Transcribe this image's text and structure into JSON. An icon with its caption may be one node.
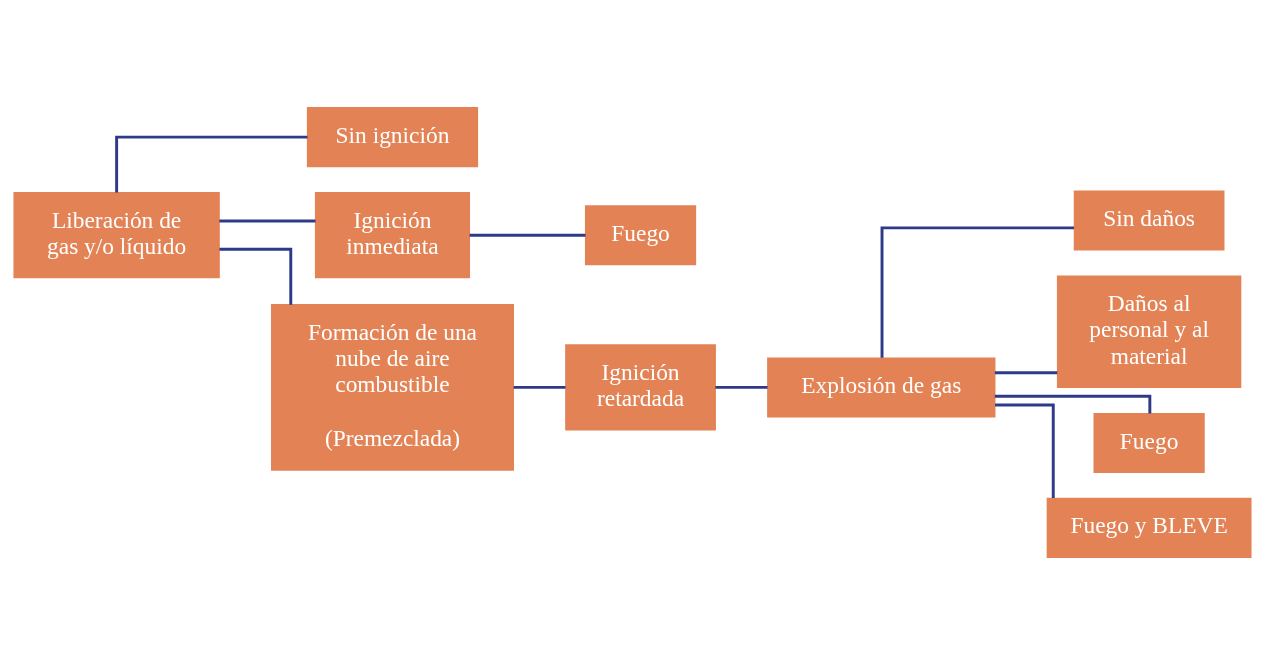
{
  "diagram": {
    "nodes": [
      {
        "text": [
          "Liberación de gas y/o líquido"
        ]
      },
      {
        "text": [
          "Sin ignición"
        ]
      },
      {
        "text": [
          "Ignición inmediata"
        ]
      },
      {
        "text": [
          "Fuego"
        ]
      },
      {
        "text": [
          "Formación de una nube de aire combustible",
          "(Premezclada)"
        ]
      },
      {
        "text": [
          "Ignición retardada"
        ]
      },
      {
        "text": [
          "Explosión de gas"
        ]
      },
      {
        "text": [
          "Sin daños"
        ]
      },
      {
        "text": [
          "Daños al personal y al material"
        ]
      },
      {
        "text": [
          "Fuego"
        ]
      },
      {
        "text": [
          "Fuego y BLEVE"
        ]
      }
    ],
    "edges": [
      {
        "from": 0,
        "to": 1,
        "arrow": "none"
      },
      {
        "from": 0,
        "to": 2,
        "arrow": "none"
      },
      {
        "from": 0,
        "to": 4,
        "arrow": "none"
      },
      {
        "from": 2,
        "to": 3,
        "arrow": "none"
      },
      {
        "from": 4,
        "to": 5,
        "arrow": "none"
      },
      {
        "from": 5,
        "to": 6,
        "arrow": "none"
      },
      {
        "from": 6,
        "to": 7,
        "arrow": "none"
      },
      {
        "from": 6,
        "to": 8,
        "arrow": "none"
      },
      {
        "from": 6,
        "to": 9,
        "arrow": "none"
      },
      {
        "from": 6,
        "to": 10,
        "arrow": "none"
      }
    ]
  }
}
